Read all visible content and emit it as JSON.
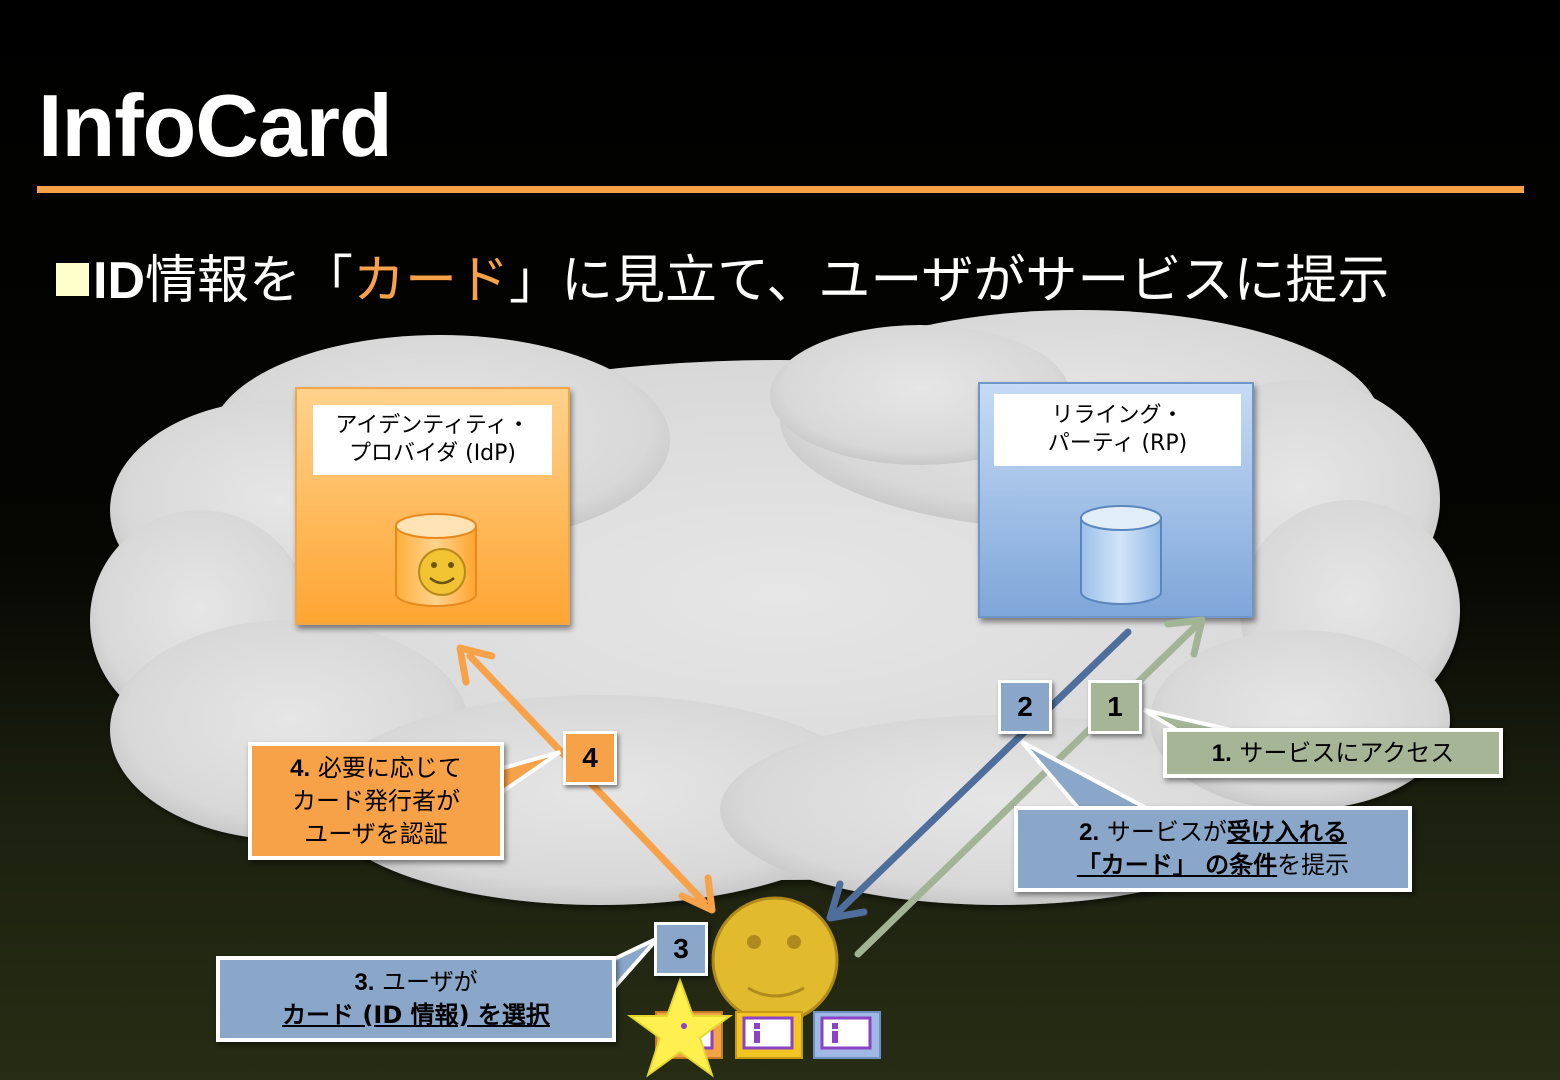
{
  "slide": {
    "title": "InfoCard",
    "bullet": {
      "id": "ID",
      "part1": "情報を「",
      "highlight": "カード",
      "part2": "」に見立て、ユーザがサービスに提示"
    }
  },
  "idp_box": {
    "line1": "アイデンティティ・",
    "line2": "プロバイダ (IdP)"
  },
  "rp_box": {
    "line1": "リライング・",
    "line2": "パーティ (RP)"
  },
  "badges": {
    "b1": "1",
    "b2": "2",
    "b3": "3",
    "b4": "4"
  },
  "callouts": {
    "step1": {
      "num": "1.",
      "text": " サービスにアクセス"
    },
    "step2": {
      "num": "2.",
      "text_a": " サービスが",
      "u1": "受け入れる",
      "u2": "「カード」 の条件",
      "text_b": "を提示"
    },
    "step3": {
      "num": "3.",
      "text": " ユーザが",
      "u": "カード (ID 情報) を選択"
    },
    "step4": {
      "num": "4.",
      "line1": " 必要に応じて",
      "line2": "カード発行者が",
      "line3": "ユーザを認証"
    }
  },
  "colors": {
    "accent_orange": "#f7a148",
    "rp_blue": "#8db4e2",
    "arrow_blue": "#4f6e9b",
    "arrow_green": "#a3b496",
    "callout_green": "#a6b596",
    "callout_blue": "#8aa6c8",
    "user_face": "#e1bb2d",
    "star": "#fff050"
  },
  "icons": [
    "cloud-shape",
    "database-smiley-icon",
    "database-icon",
    "user-smiley-icon",
    "info-card-icon",
    "star-icon"
  ]
}
